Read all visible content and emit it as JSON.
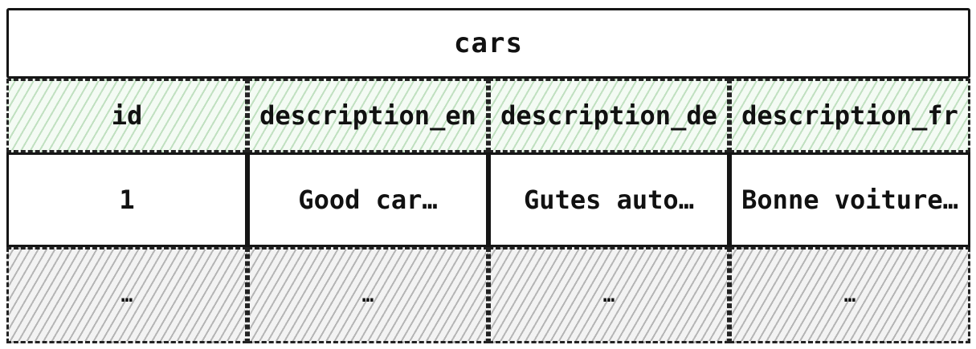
{
  "table": {
    "name": "cars",
    "columns": [
      "id",
      "description_en",
      "description_de",
      "description_fr"
    ],
    "rows": [
      [
        "1",
        "Good car…",
        "Gutes auto…",
        "Bonne voiture…"
      ],
      [
        "…",
        "…",
        "…",
        "…"
      ]
    ]
  },
  "colors": {
    "border": "#151515",
    "header_hatch": "#80be80",
    "ellipsis_hatch": "#787878"
  }
}
